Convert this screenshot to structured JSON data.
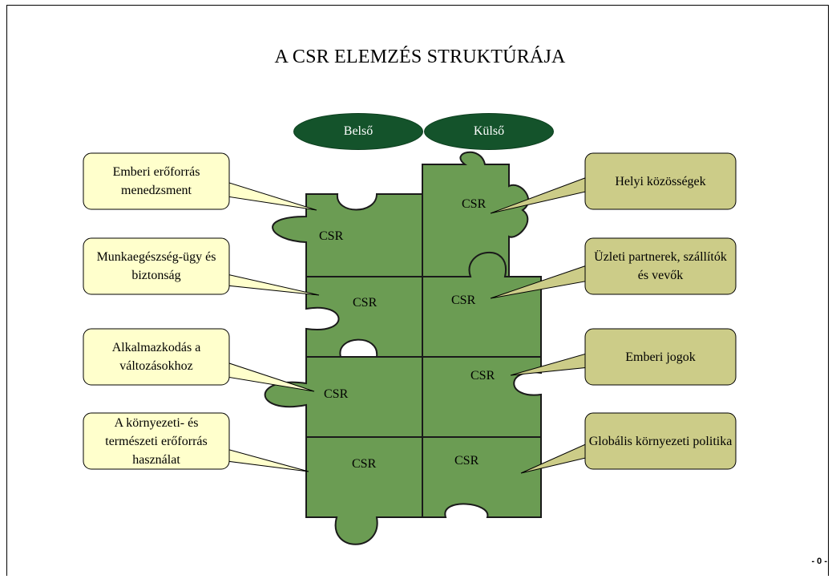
{
  "title": "A CSR ELEMZÉS STRUKTÚRÁJA",
  "columns": {
    "internal": "Belső",
    "external": "Külső"
  },
  "internal_items": [
    "Emberi erőforrás menedzsment",
    "Munkaegészség-ügy és biztonság",
    "Alkalmazkodás a változásokhoz",
    "A környezeti- és természeti erőforrás használat"
  ],
  "external_items": [
    "Helyi közösségek",
    "Üzleti partnerek, szállítók és vevők",
    "Emberi jogok",
    "Globális környezeti politika"
  ],
  "piece_label": "CSR",
  "page_number": "- 0 -",
  "colors": {
    "puzzle_fill": "#6b9c53",
    "oval_fill": "#14532b",
    "internal_callout_fill": "#ffffcc",
    "external_callout_fill": "#cccc88"
  }
}
